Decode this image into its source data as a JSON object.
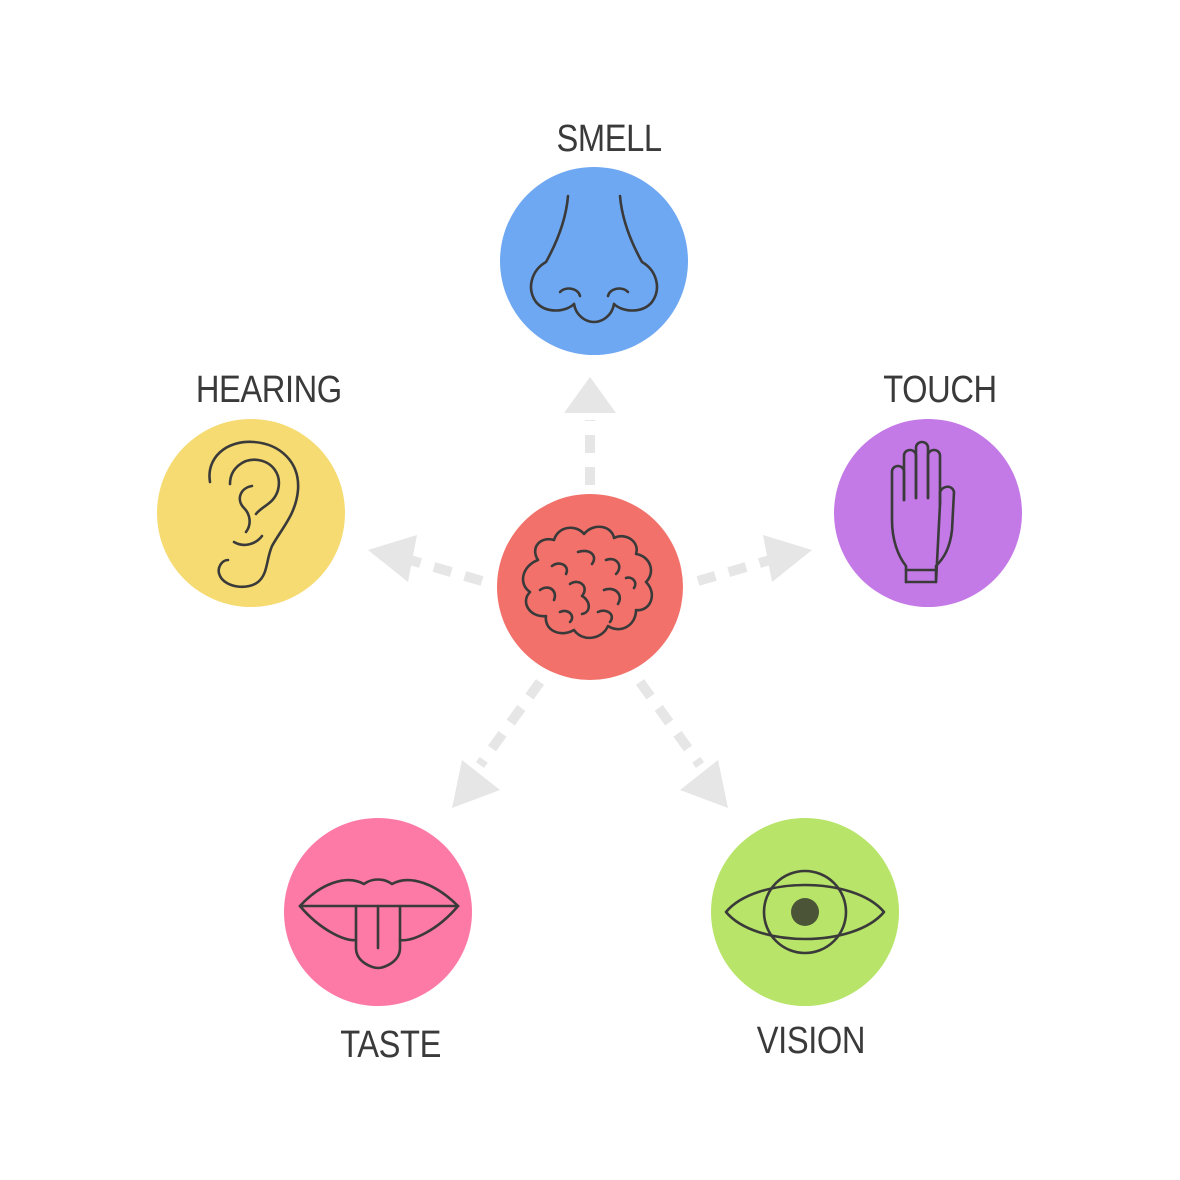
{
  "center": {
    "name": "brain",
    "icon": "brain-icon",
    "color": "#f2726b"
  },
  "senses": [
    {
      "label": "SMELL",
      "icon": "nose-icon",
      "color": "#6fa8f2"
    },
    {
      "label": "TOUCH",
      "icon": "hand-icon",
      "color": "#c47ae6"
    },
    {
      "label": "VISION",
      "icon": "eye-icon",
      "color": "#b8e46a"
    },
    {
      "label": "TASTE",
      "icon": "mouth-icon",
      "color": "#fd7aa6"
    },
    {
      "label": "HEARING",
      "icon": "ear-icon",
      "color": "#f5db72"
    }
  ],
  "style": {
    "arrow_color": "#e6e6e6",
    "line_color": "#3a3a3a",
    "pupil_color": "#4b5437"
  }
}
